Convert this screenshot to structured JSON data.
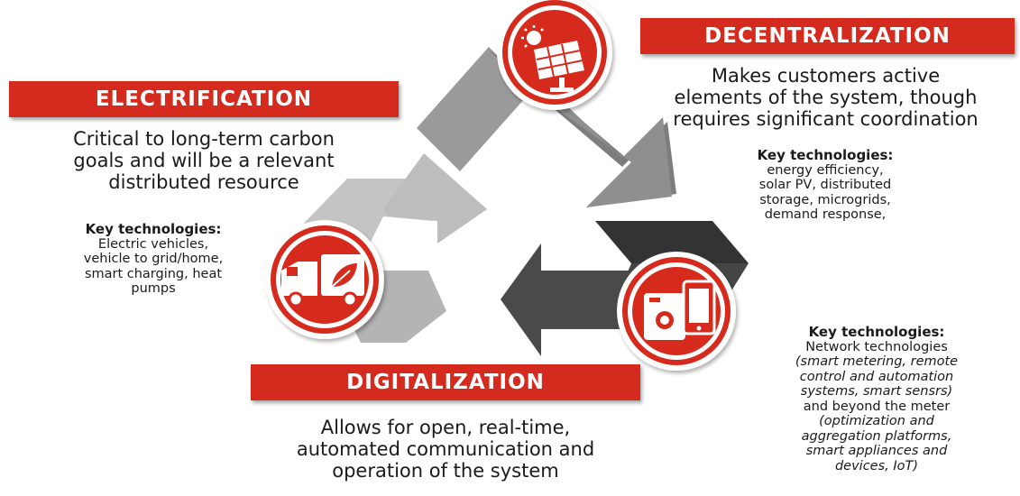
{
  "accent": "#d52b1e",
  "arrow_colors": {
    "decentralization": "#8f8f8f",
    "digitalization": "#4a4a4a",
    "electrification": "#c0c0c0"
  },
  "icons": {
    "decentralization": "solar-panel-icon",
    "digitalization": "smart-devices-icon",
    "electrification": "electric-truck-icon"
  },
  "decentralization": {
    "title": "DECENTRALIZATION",
    "description": [
      "Makes customers active",
      "elements of the system, though",
      "requires significant coordination"
    ],
    "key_title": "Key technologies:",
    "key_lines": [
      "energy efficiency,",
      "solar PV, distributed",
      "storage, microgrids,",
      "demand response,"
    ]
  },
  "electrification": {
    "title": "ELECTRIFICATION",
    "description": [
      "Critical to long-term carbon",
      "goals and will be a relevant",
      "distributed resource"
    ],
    "key_title": "Key technologies:",
    "key_lines": [
      "Electric vehicles,",
      "vehicle to grid/home,",
      "smart charging, heat",
      "pumps"
    ]
  },
  "digitalization": {
    "title": "DIGITALIZATION",
    "description": [
      "Allows for open, real-time,",
      "automated communication and",
      "operation of the system"
    ],
    "key_title": "Key technologies:",
    "key_line_1": "Network technologies",
    "key_italic_1": [
      "(smart metering, remote",
      "control and automation",
      "systems, smart sensrs)"
    ],
    "key_line_2": "and beyond the meter",
    "key_italic_2": [
      "(optimization and",
      "aggregation platforms,",
      "smart appliances and",
      "devices, IoT)"
    ]
  }
}
